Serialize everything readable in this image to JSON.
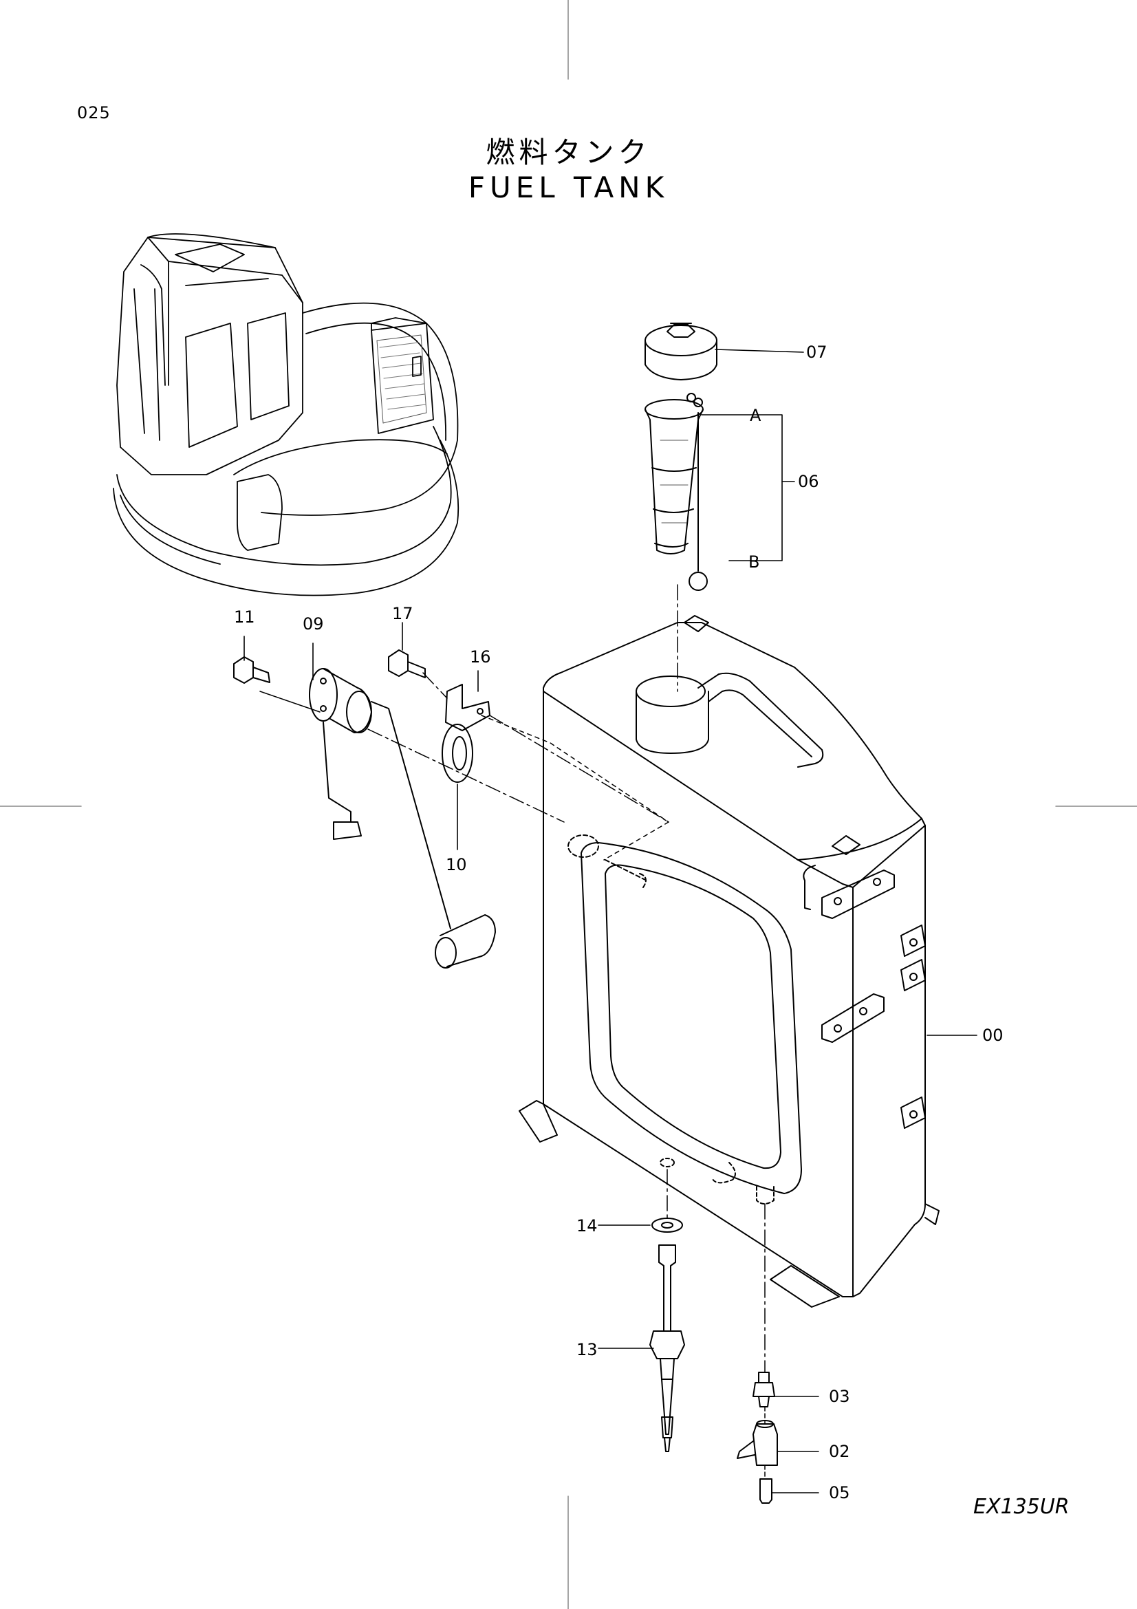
{
  "page_number": "025",
  "title_jp": "燃料タンク",
  "title_en": "FUEL  TANK",
  "model": "EX135UR",
  "callouts": {
    "c00": "00",
    "c02": "02",
    "c03": "03",
    "c05": "05",
    "c06": "06",
    "c07": "07",
    "c09": "09",
    "c10": "10",
    "c11": "11",
    "c13": "13",
    "c14": "14",
    "c16": "16",
    "c17": "17",
    "ca": "A",
    "cb": "B"
  }
}
